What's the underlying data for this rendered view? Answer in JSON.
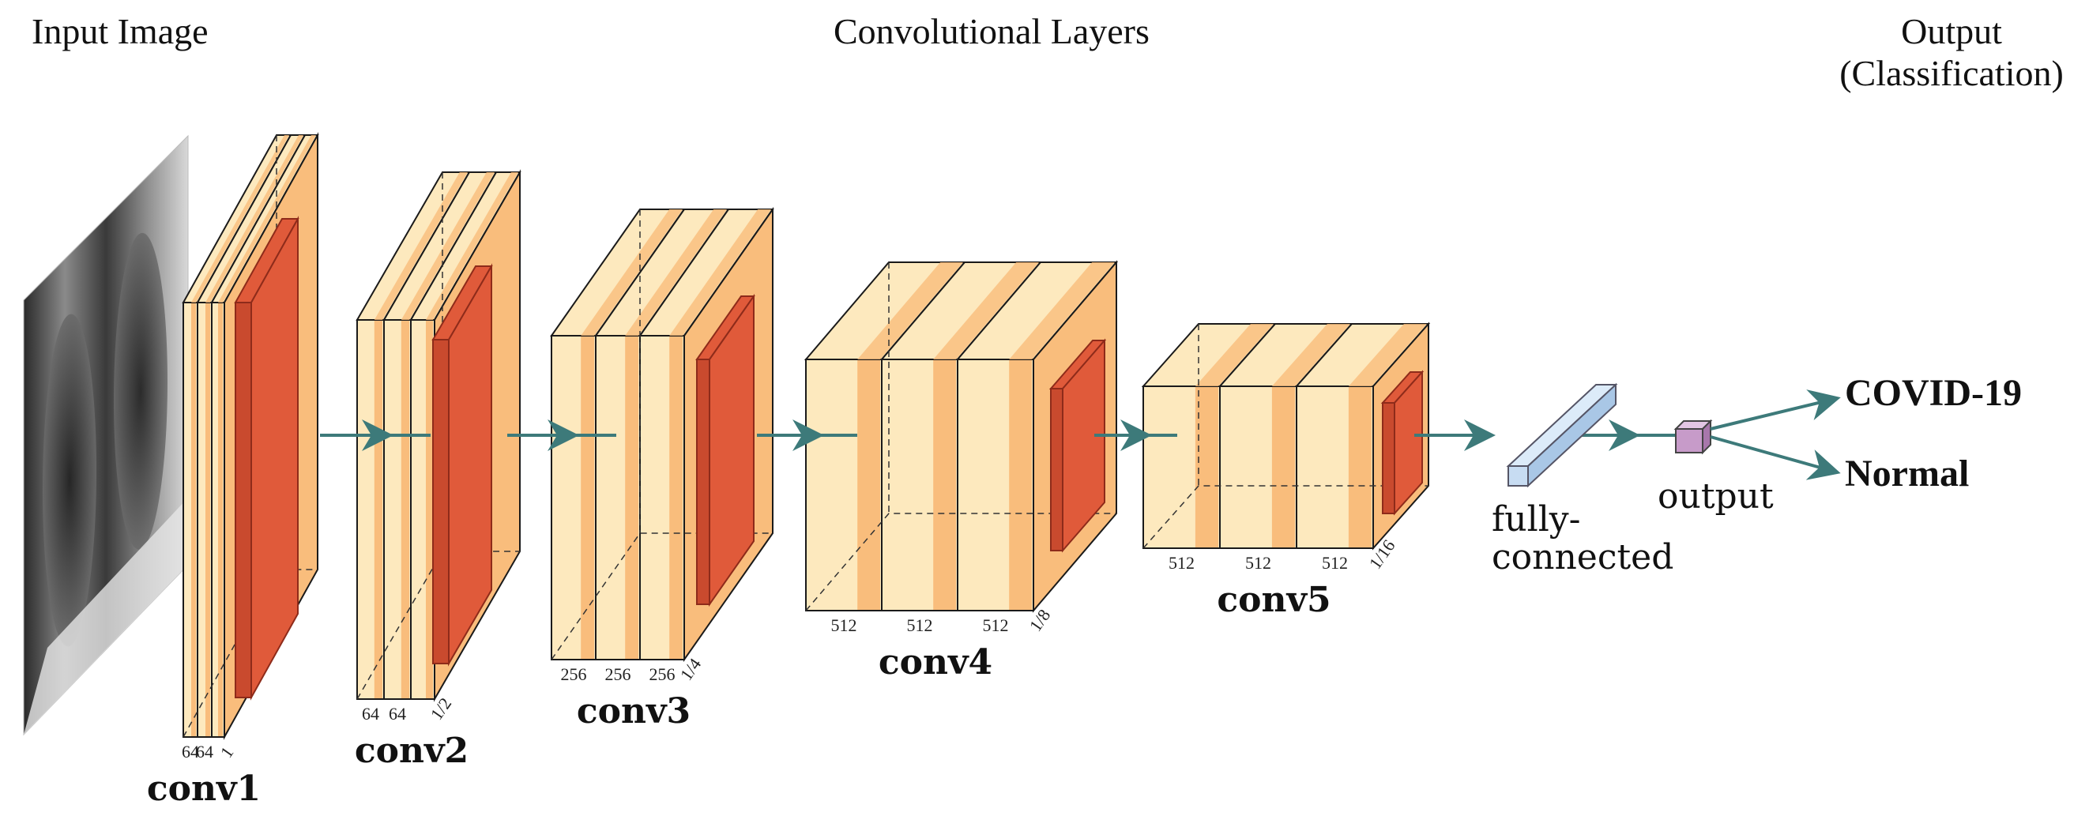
{
  "headings": {
    "input": "Input Image",
    "layers": "Convolutional Layers",
    "output_line1": "Output",
    "output_line2": "(Classification)"
  },
  "blocks": [
    {
      "id": "conv1",
      "label": "conv1",
      "dims": [
        "64",
        "64"
      ],
      "scale": "1"
    },
    {
      "id": "conv2",
      "label": "conv2",
      "dims": [
        "64",
        "64"
      ],
      "scale": "1/2"
    },
    {
      "id": "conv3",
      "label": "conv3",
      "dims": [
        "256",
        "256",
        "256"
      ],
      "scale": "1/4"
    },
    {
      "id": "conv4",
      "label": "conv4",
      "dims": [
        "512",
        "512",
        "512"
      ],
      "scale": "1/8"
    },
    {
      "id": "conv5",
      "label": "conv5",
      "dims": [
        "512",
        "512",
        "512"
      ],
      "scale": "1/16"
    }
  ],
  "fc": {
    "line1": "fully-",
    "line2": "connected"
  },
  "output_node": {
    "label": "output"
  },
  "classes": [
    "COVID-19",
    "Normal"
  ],
  "colors": {
    "slab_light": "#fde9be",
    "slab_band": "#f9bd7c",
    "slab_edge": "#1a1a1a",
    "pool_red": "#e05a3a",
    "pool_red_dark": "#8e2b1a",
    "arrow": "#3d7a7a",
    "fc_blue": "#c7dcf2",
    "output_purple": "#c79bc9"
  },
  "icons": {
    "input": "chest-xray-image"
  }
}
